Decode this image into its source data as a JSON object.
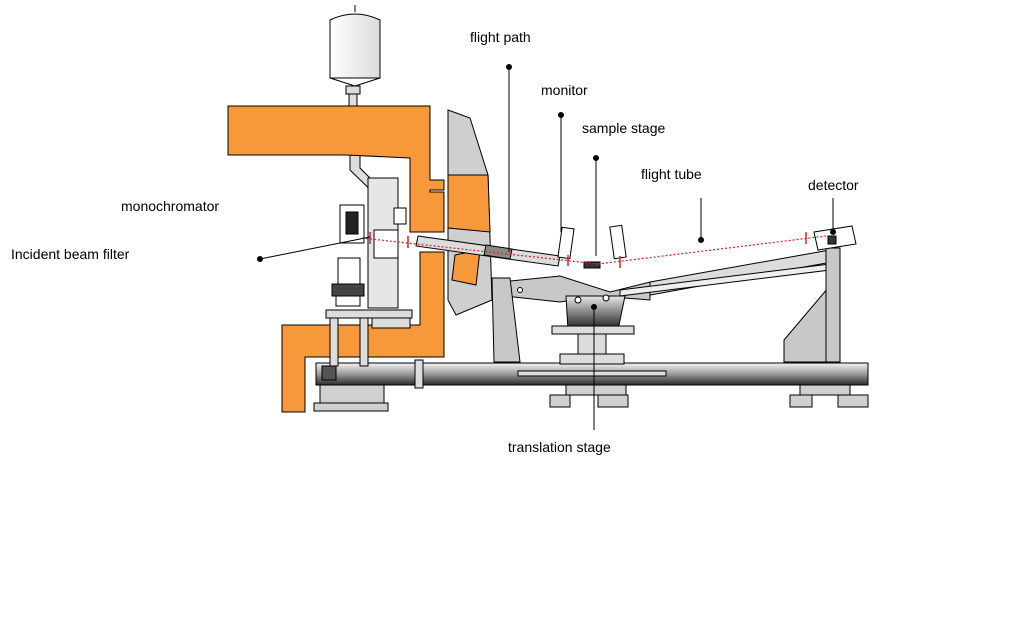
{
  "labels": {
    "flight_path": "flight path",
    "monitor": "monitor",
    "sample_stage": "sample stage",
    "flight_tube": "flight tube",
    "detector": "detector",
    "monochromator": "monochromator",
    "incident_beam_filter": "Incident beam filter",
    "translation_stage": "translation stage"
  },
  "colors": {
    "shielding": "#f7993a",
    "machine_gray": "#c8c8c8",
    "beam": "#e02020",
    "outline": "#000000"
  }
}
